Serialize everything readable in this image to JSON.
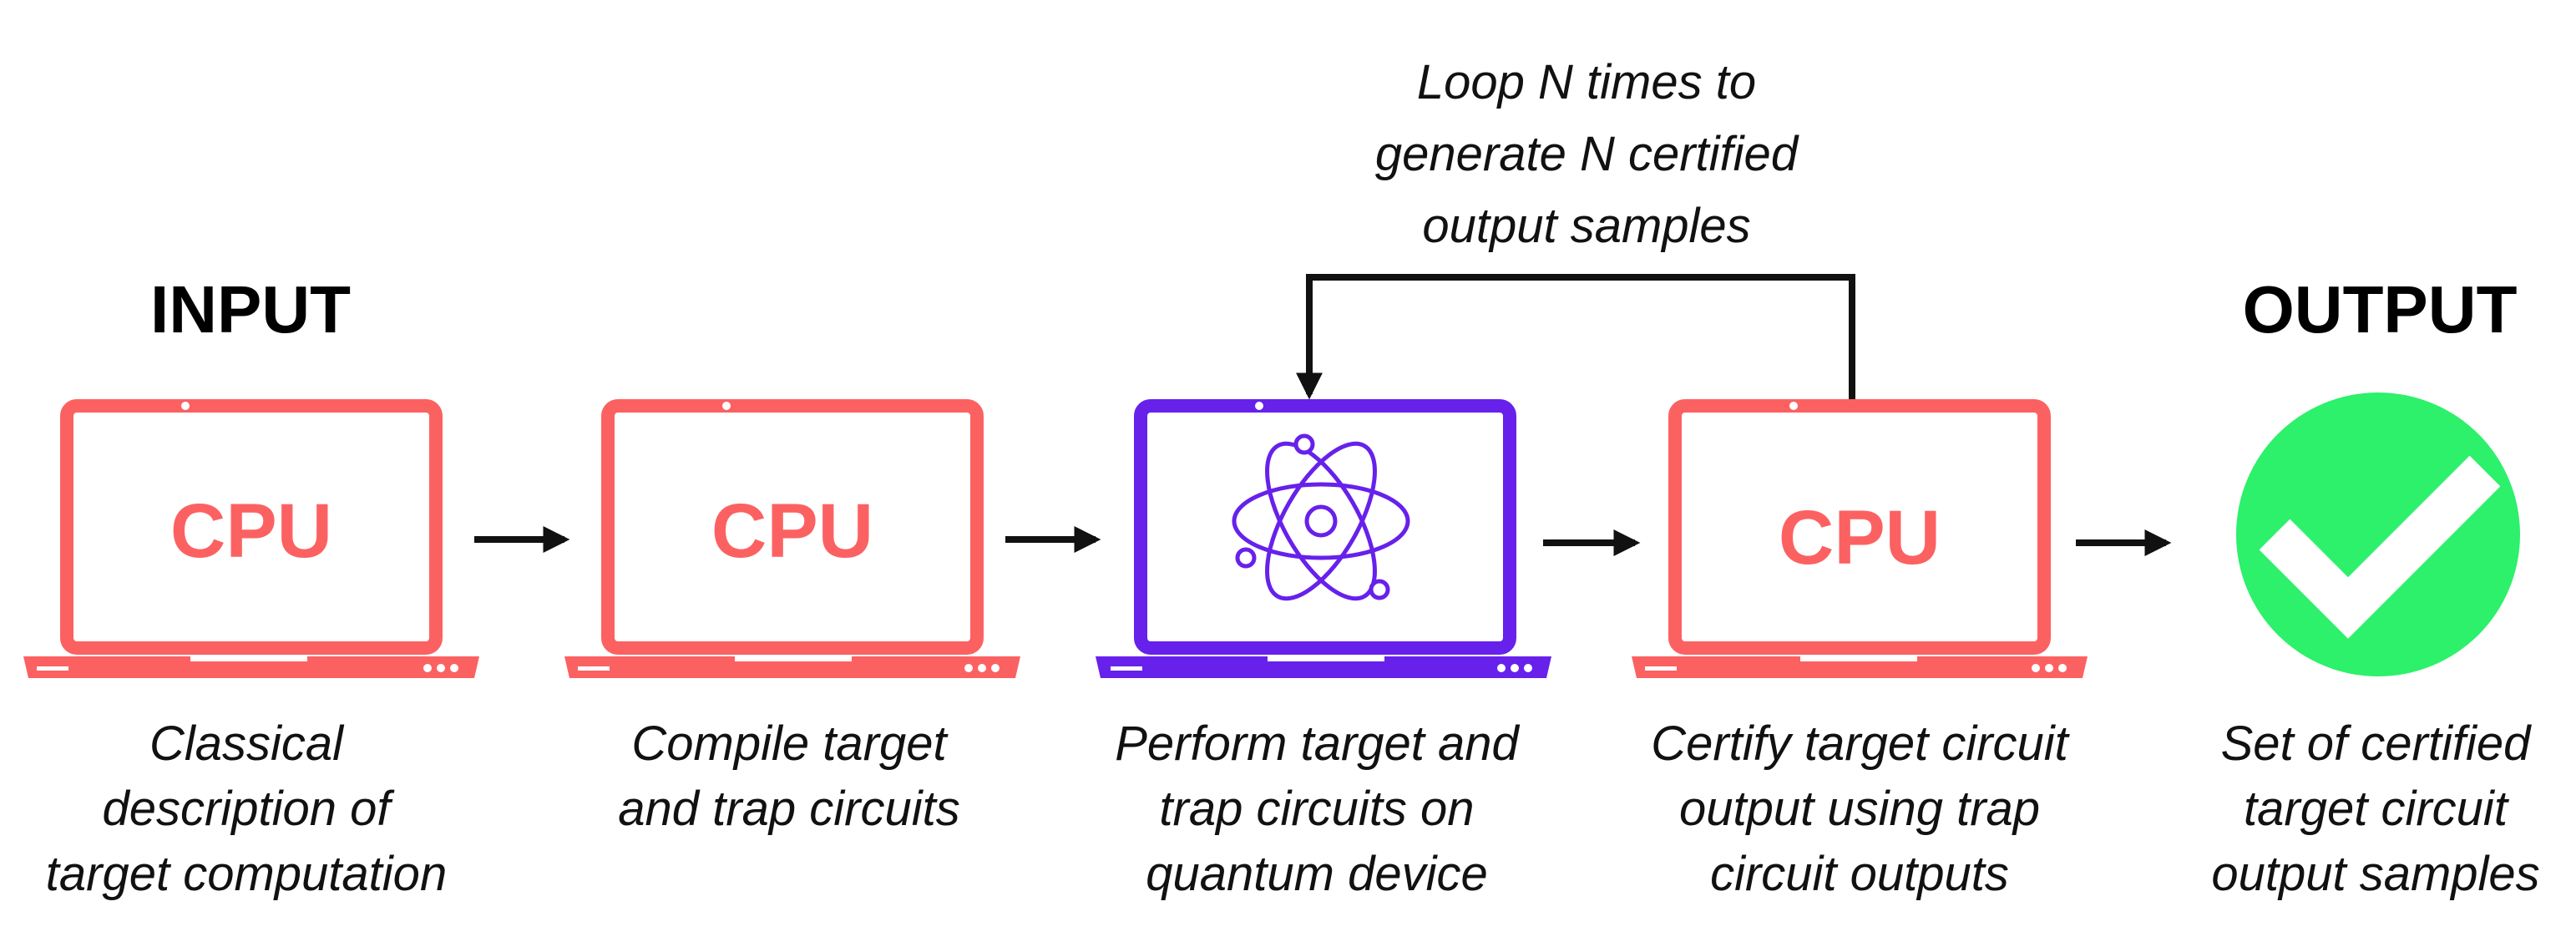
{
  "colors": {
    "laptop_cpu": "#fc6162",
    "laptop_quantum": "#6721eb",
    "check_circle": "#2df06b",
    "arrow": "#111111"
  },
  "headings": {
    "input": "INPUT",
    "output": "OUTPUT"
  },
  "loop": {
    "lines": [
      "Loop N times to",
      "generate N certified",
      "output samples"
    ]
  },
  "laptops": [
    {
      "screen_label": "CPU",
      "icon": null,
      "caption": [
        "Classical",
        "description of",
        "target computation"
      ]
    },
    {
      "screen_label": "CPU",
      "icon": null,
      "caption": [
        "Compile target",
        "and trap circuits"
      ]
    },
    {
      "screen_label": "",
      "icon": "atom-icon",
      "caption": [
        "Perform target and",
        "trap circuits on",
        "quantum device"
      ]
    },
    {
      "screen_label": "CPU",
      "icon": null,
      "caption": [
        "Certify target circuit",
        "output using trap",
        "circuit outputs"
      ]
    }
  ],
  "result": {
    "icon": "check-circle-icon",
    "caption": [
      "Set of certified",
      "target circuit",
      "output samples"
    ]
  }
}
